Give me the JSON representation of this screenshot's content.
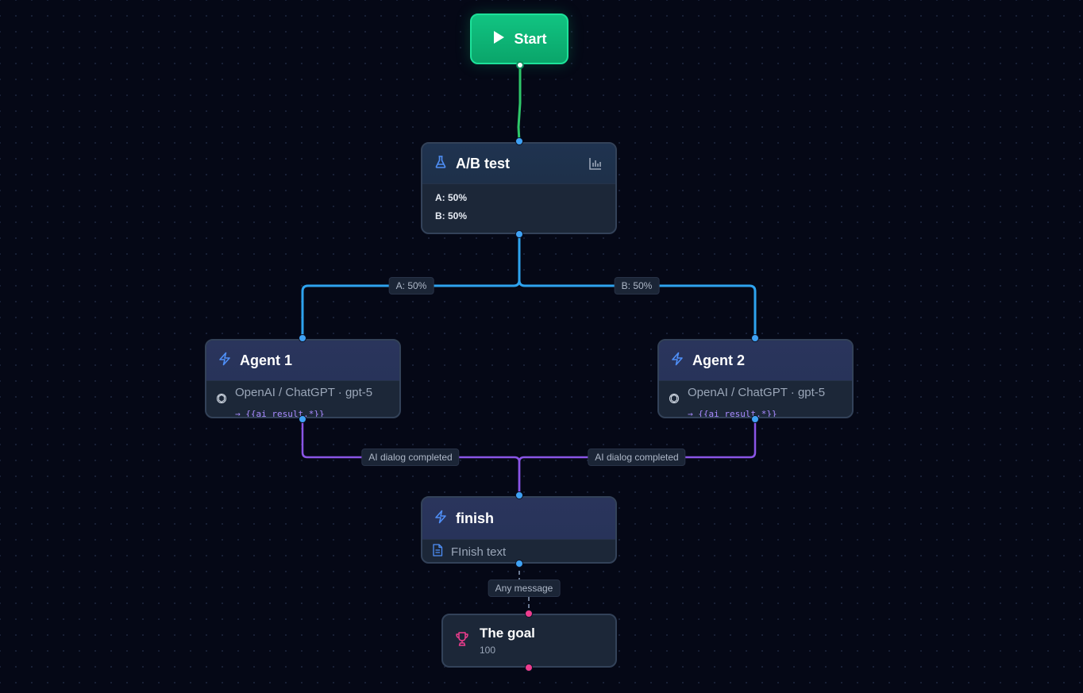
{
  "colors": {
    "background": "#050816",
    "start_green": "#0fb877",
    "edge_green": "#2fc76a",
    "edge_blue": "#2ea3ef",
    "edge_purple": "#8a55e6",
    "edge_dashed": "#6b7a93",
    "handle_blue": "#3fa2f5",
    "handle_pink": "#ee3d8e",
    "icon_blue": "#4f8ff7",
    "icon_pink": "#ee3d8e"
  },
  "nodes": {
    "start": {
      "label": "Start",
      "icon": "play-icon"
    },
    "ab_test": {
      "title": "A/B test",
      "icon": "flask-icon",
      "action_icon": "bar-chart-icon",
      "lines": [
        "A: 50%",
        "B: 50%"
      ]
    },
    "agent1": {
      "title": "Agent 1",
      "icon": "lightning-icon",
      "provider": "OpenAI / ChatGPT · gpt-5",
      "provider_icon": "openai-icon",
      "output_var": "→ {{ai_result.*}}"
    },
    "agent2": {
      "title": "Agent 2",
      "icon": "lightning-icon",
      "provider": "OpenAI / ChatGPT · gpt-5",
      "provider_icon": "openai-icon",
      "output_var": "→ {{ai_result.*}}"
    },
    "finish": {
      "title": "finish",
      "icon": "lightning-icon",
      "content": "FInish text",
      "content_icon": "document-icon"
    },
    "goal": {
      "title": "The goal",
      "value": "100",
      "icon": "trophy-icon"
    }
  },
  "edge_labels": {
    "branch_a": "A: 50%",
    "branch_b": "B: 50%",
    "agent1_done": "AI dialog completed",
    "agent2_done": "AI dialog completed",
    "finish_to_goal": "Any message"
  }
}
